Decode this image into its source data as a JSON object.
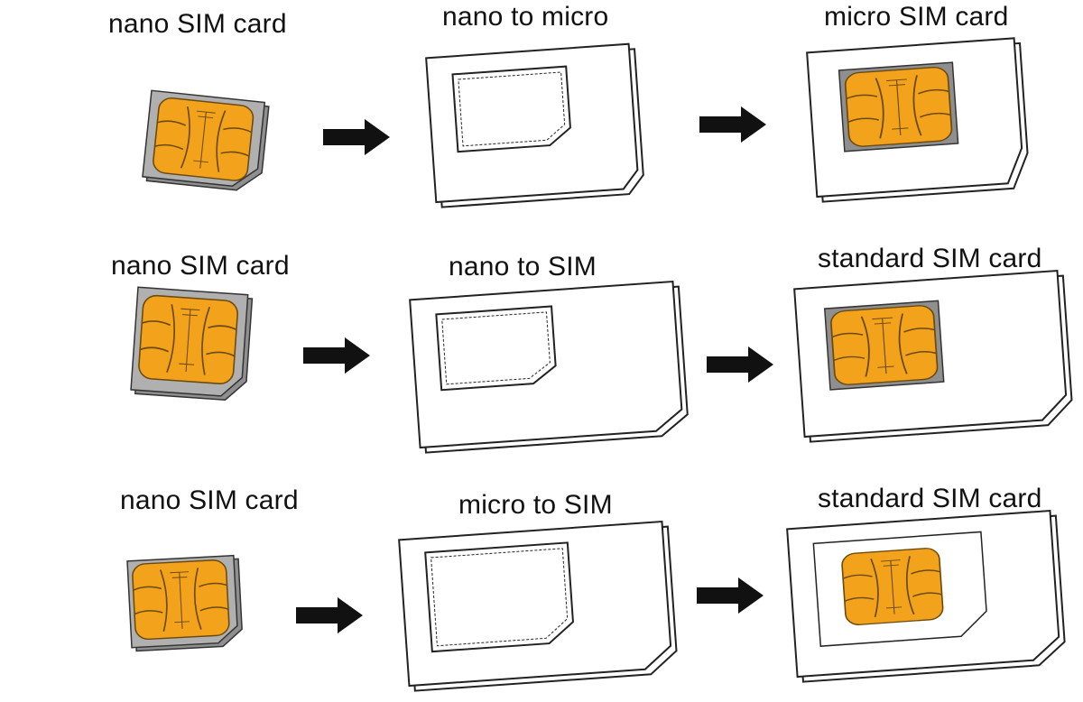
{
  "rows": [
    {
      "source_label": "nano SIM card",
      "adapter_label": "nano to micro",
      "result_label": "micro SIM card"
    },
    {
      "source_label": "nano SIM card",
      "adapter_label": "nano to SIM",
      "result_label": "standard SIM card"
    },
    {
      "source_label": "nano SIM card",
      "adapter_label": "micro to SIM",
      "result_label": "standard SIM card"
    }
  ],
  "colors": {
    "chip": "#f2a21b",
    "chip_line": "#6b4a10",
    "tray": "#8f8f8f",
    "card_outline": "#222222",
    "card_fill": "#ffffff",
    "arrow": "#111111"
  }
}
